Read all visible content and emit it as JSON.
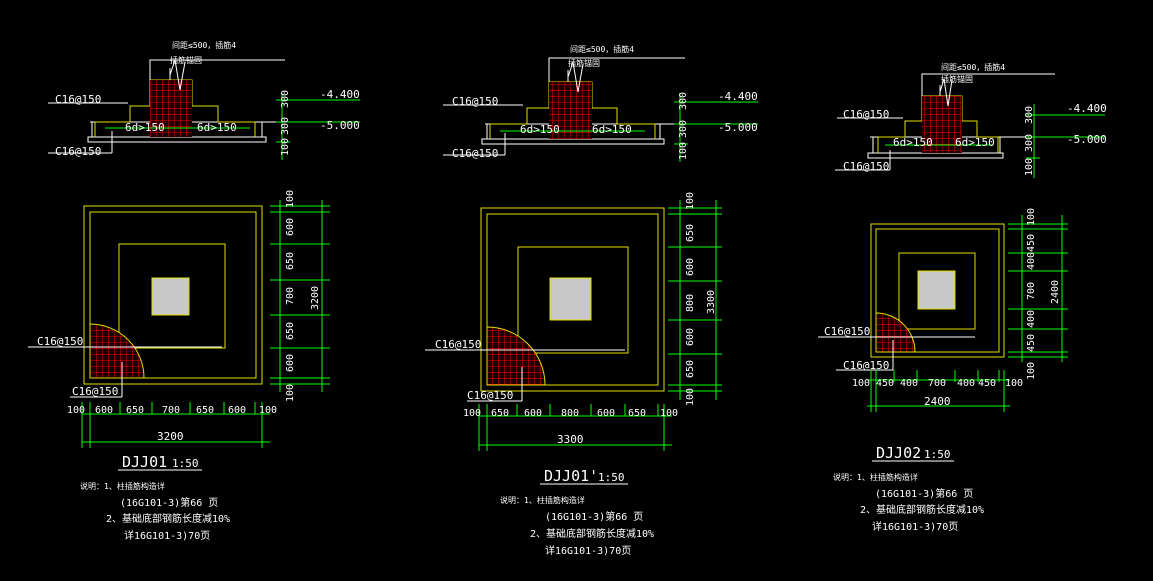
{
  "colors": {
    "background": "#000000",
    "outline": "#e0e000",
    "dimension": "#00ff00",
    "rebar": "#e00000",
    "column": "#c8c8c8",
    "text": "#ffffff"
  },
  "djj01": {
    "title": "DJJ01",
    "scale": "1:50",
    "sec_note1": "间距≤500，插筋4",
    "sec_note2": "插筋锚固",
    "rebar_top": "C16@150",
    "rebar_bottom": "C16@150",
    "anchor": "6d>150",
    "dim_v1": "300",
    "dim_v2": "300",
    "dim_v3": "100",
    "elev1": "-4.400",
    "elev2": "-5.000",
    "dims_h": [
      "100",
      "600",
      "650",
      "700",
      "650",
      "600",
      "100"
    ],
    "dims_v": [
      "100",
      "600",
      "650",
      "700",
      "650",
      "600",
      "100"
    ],
    "total": "3200",
    "notes": [
      "说明：1、柱插筋构造详",
      "(16G101-3)第66 页",
      "2、基础底部钢筋长度减10%",
      "详16G101-3)70页"
    ]
  },
  "djj01p": {
    "title": "DJJ01'",
    "scale": "1:50",
    "sec_note1": "间距≤500，插筋4",
    "sec_note2": "插筋锚固",
    "rebar_top": "C16@150",
    "rebar_bottom": "C16@150",
    "anchor": "6d>150",
    "dim_v1": "300",
    "dim_v2": "300",
    "dim_v3": "100",
    "elev1": "-4.400",
    "elev2": "-5.000",
    "dims_h": [
      "100",
      "650",
      "600",
      "800",
      "600",
      "650",
      "100"
    ],
    "dims_v": [
      "100",
      "650",
      "600",
      "800",
      "600",
      "650",
      "100"
    ],
    "total": "3300",
    "notes": [
      "说明：1、柱插筋构造详",
      "(16G101-3)第66 页",
      "2、基础底部钢筋长度减10%",
      "详16G101-3)70页"
    ]
  },
  "djj02": {
    "title": "DJJ02",
    "scale": "1:50",
    "sec_note1": "间距≤500，插筋4",
    "sec_note2": "插筋锚固",
    "rebar_top": "C16@150",
    "rebar_bottom": "C16@150",
    "anchor": "6d>150",
    "dim_v1": "300",
    "dim_v2": "300",
    "dim_v3": "100",
    "elev1": "-4.400",
    "elev2": "-5.000",
    "dims_h": [
      "100",
      "450",
      "400",
      "700",
      "400",
      "450",
      "100"
    ],
    "dims_v": [
      "100",
      "450",
      "400",
      "700",
      "400",
      "450",
      "100"
    ],
    "total": "2400",
    "notes": [
      "说明：1、柱插筋构造详",
      "(16G101-3)第66 页",
      "2、基础底部钢筋长度减10%",
      "详16G101-3)70页"
    ]
  }
}
